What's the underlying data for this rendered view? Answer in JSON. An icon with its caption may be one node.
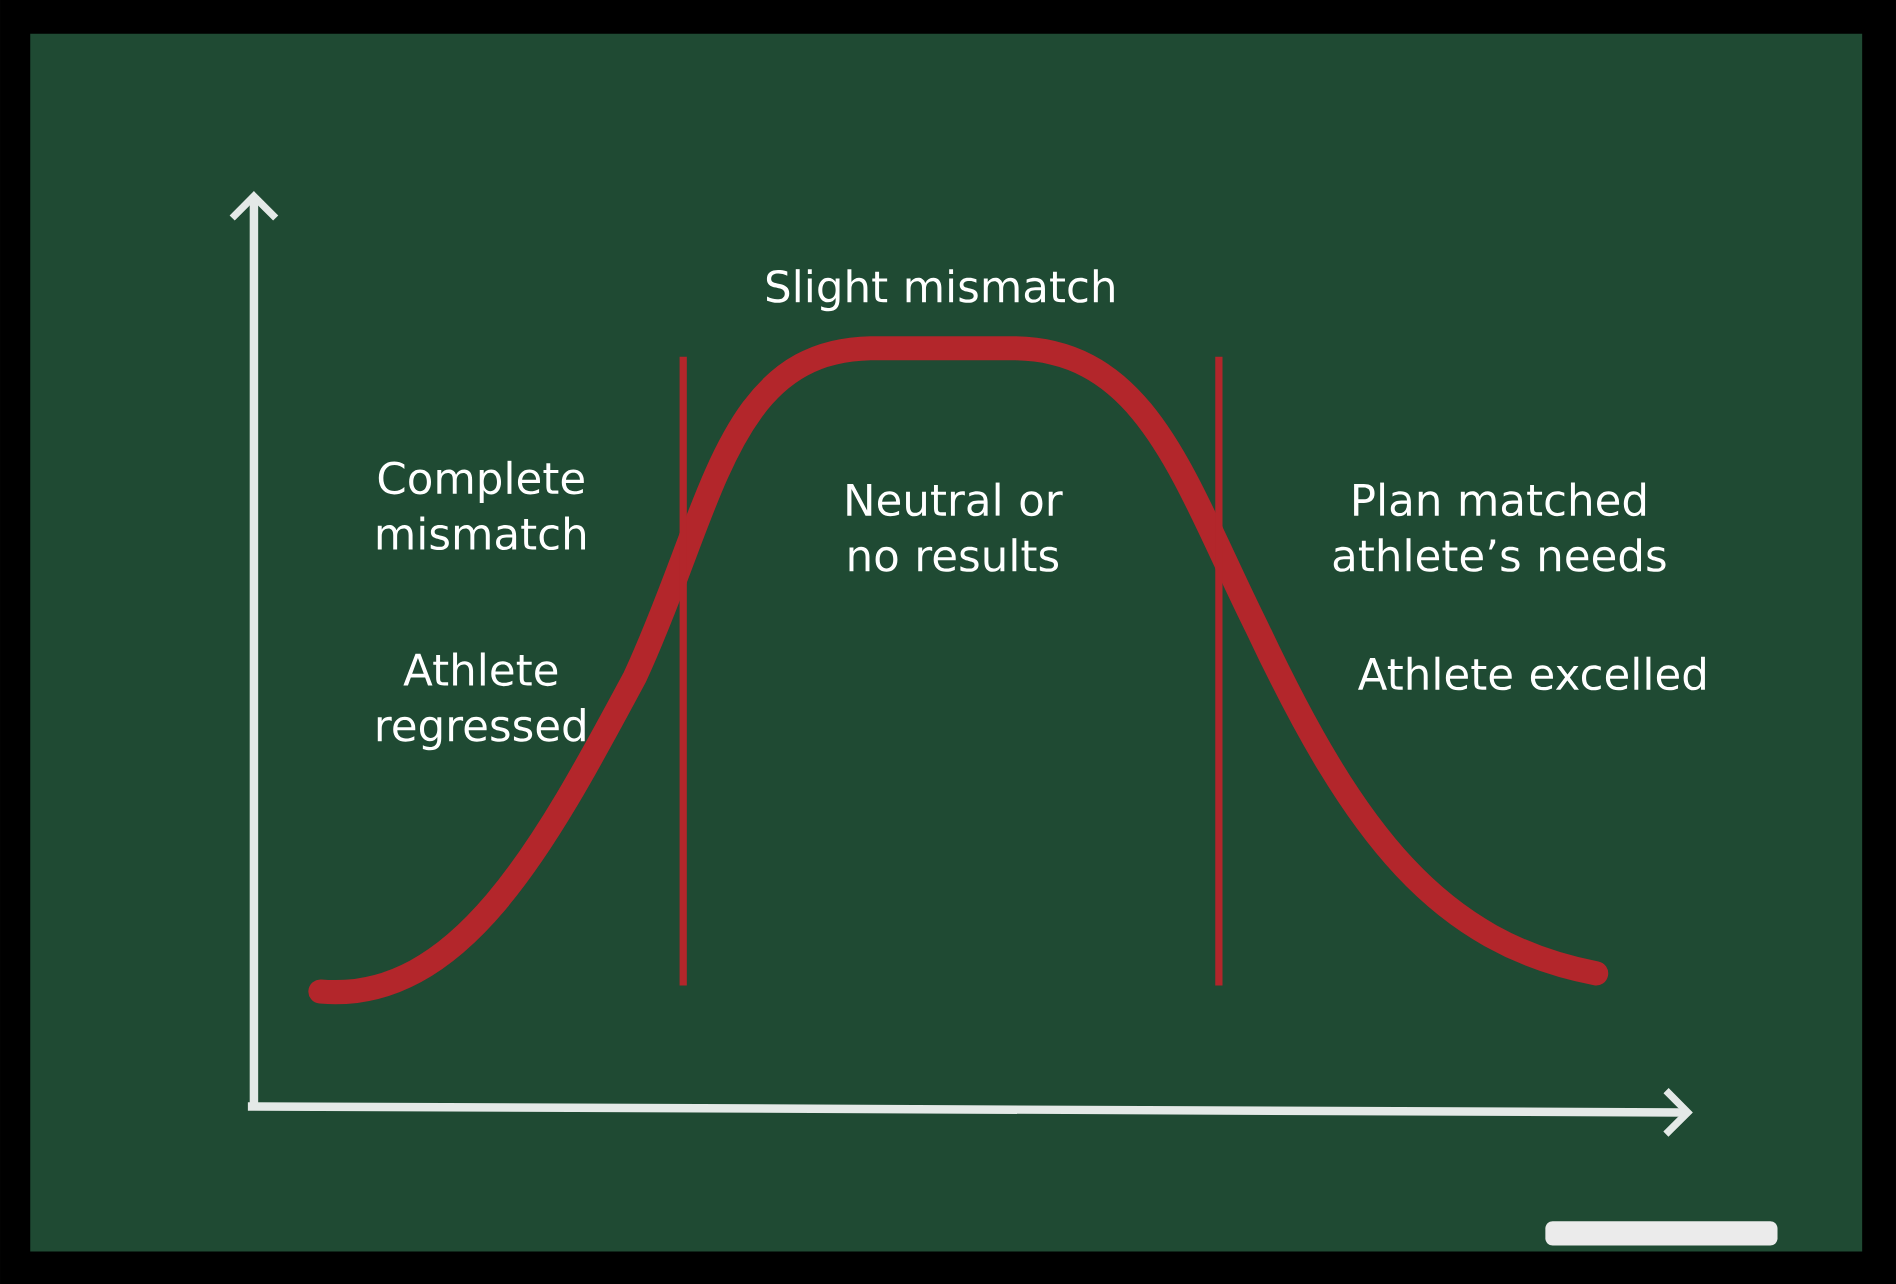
{
  "diagram": {
    "labels": [
      "Slight mismatch",
      "Complete mismatch",
      "Neutral or no results",
      "Plan matched athlete’s needs",
      "Athlete regressed",
      "Athlete excelled"
    ]
  }
}
